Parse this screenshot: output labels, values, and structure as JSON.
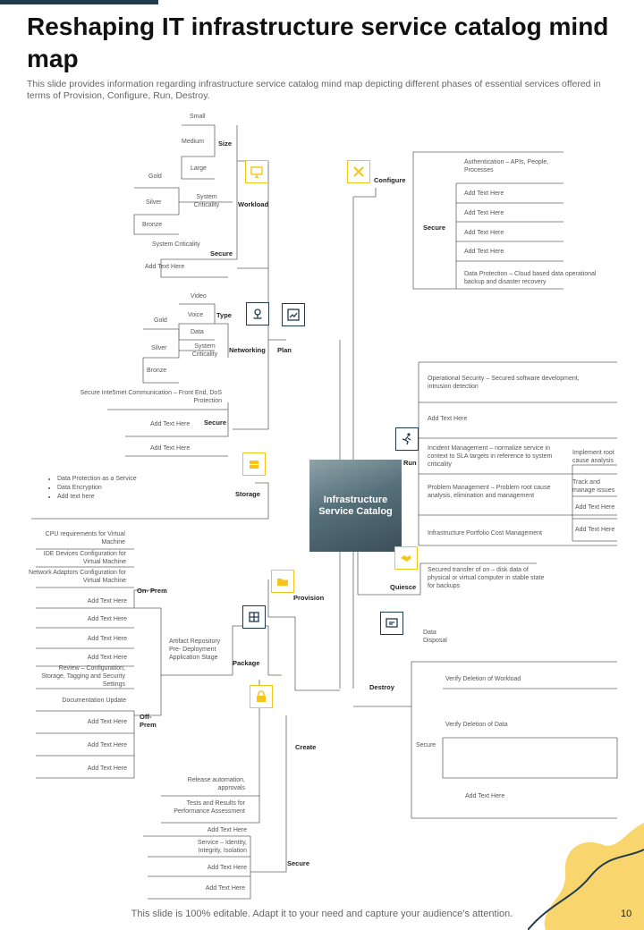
{
  "title": "Reshaping IT infrastructure service catalog mind map",
  "subtitle": "This slide provides information regarding infrastructure service catalog mind map depicting different phases of essential services offered in terms of Provision, Configure, Run, Destroy.",
  "center": "Infrastructure Service Catalog",
  "footer": "This slide is 100% editable. Adapt it to your need and capture your audience’s attention.",
  "page_number": "10",
  "colors": {
    "accent": "#f5c518",
    "dark": "#1f3b4d"
  },
  "plan": {
    "label": "Plan",
    "workload": {
      "label": "Workload",
      "size": {
        "label": "Size",
        "items": [
          "Small",
          "Medium",
          "Large"
        ]
      },
      "system_criticality": {
        "label": "System Criticality",
        "items": [
          "Gold",
          "Silver",
          "Bronze"
        ]
      },
      "secure": {
        "label": "Secure",
        "items": [
          "System Criticality",
          "Add Text Here"
        ]
      }
    },
    "networking": {
      "label": "Networking",
      "type": {
        "label": "Type",
        "items": [
          "Video",
          "Voice",
          "Data"
        ]
      },
      "system_criticality": {
        "label": "System Criticality",
        "items": [
          "Gold",
          "Silver",
          "Bronze"
        ]
      },
      "secure": {
        "label": "Secure",
        "items": [
          "Secure Inte5rnet Communication – Front End, DoS Protection",
          "Add Text Here",
          "Add Text Here"
        ]
      }
    },
    "storage": {
      "label": "Storage",
      "bullets": [
        "Data Protection as a Service",
        "Data Encryption",
        "Add text here"
      ]
    }
  },
  "provision": {
    "label": "Provision",
    "package": {
      "label": "Package",
      "artifact": "Artifact Repository Pre- Deployment Application Stage",
      "on_prem": {
        "label": "On- Prem",
        "items": [
          "CPU requirements for Virtual Machine",
          "IDE Devices Configuration for Virtual Machine",
          "Network Adaptors Configuration for Virtual Machine",
          "Add Text Here",
          "Add Text Here",
          "Add Text Here",
          "Add Text Here"
        ]
      },
      "off_prem": {
        "label": "Off- Prem",
        "items": [
          "Review – Configuration, Storage, Tagging and Security Settings",
          "Documentation Update",
          "Add Text Here",
          "Add Text Here",
          "Add Text Here"
        ]
      }
    },
    "create": {
      "label": "Create",
      "items": [
        "Release automation, approvals",
        "Tests and Results for Performance Assessment"
      ]
    },
    "secure": {
      "label": "Secure",
      "items": [
        "Add Text Here",
        "Service – Identity, Integrity, Isolation",
        "Add Text Here",
        "Add Text Here"
      ]
    }
  },
  "configure": {
    "label": "Configure",
    "secure": {
      "label": "Secure",
      "items": [
        "Authentication – APIs, People, Processes",
        "Add Text Here",
        "Add Text Here",
        "Add Text Here",
        "Add Text Here",
        "Data Protection – Cloud based data operational backup and disaster recovery"
      ]
    }
  },
  "run": {
    "label": "Run",
    "items": [
      "Operational Security – Secured software development, intrusion detection",
      "Add Text Here",
      "Incident Management – normalize service in context to SLA targets in reference to system criticality",
      "Problem Management – Problem root cause analysis, elimination and management",
      "Infrastructure Portfolio Cost Management"
    ],
    "incident_sub": [
      "Implement root cause analysis"
    ],
    "problem_sub": [
      "Track and manage issues",
      "Add Text Here",
      "Add Text Here"
    ]
  },
  "quiesce": {
    "label": "Quiesce",
    "item": "Secured transfer of on – disk data of physical or virtual computer in stable state for backups"
  },
  "destroy": {
    "label": "Destroy",
    "data_disposal": "Data Disposal",
    "items": [
      "Verify Deletion of Workload",
      "Verify Deletion of Data"
    ],
    "secure": {
      "label": "Secure",
      "items": [
        "Add Text Here"
      ]
    }
  }
}
